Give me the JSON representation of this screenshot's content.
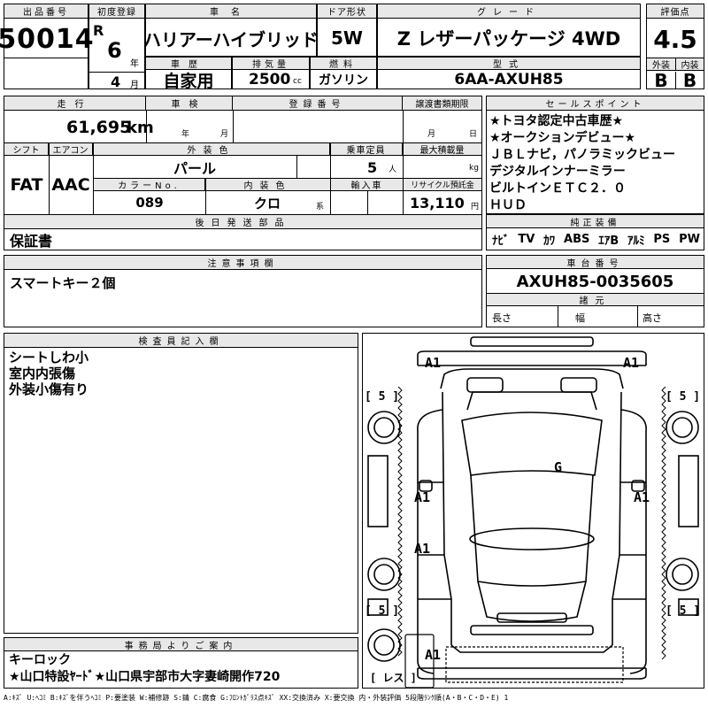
{
  "top": {
    "lot_no_label": "出品番号",
    "lot_no": "50014",
    "first_reg_label": "初度登録",
    "era": "R",
    "reg_year": "6",
    "year_unit": "年",
    "reg_month": "4",
    "month_unit": "月",
    "car_name_label": "車名",
    "car_name": "ハリアーハイブリッド",
    "door_label": "ドア形状",
    "door": "5W",
    "grade_label": "グレード",
    "grade": "Z レザーパッケージ 4WD",
    "score_label": "評価点",
    "score": "4.5",
    "history_label": "車歴",
    "history": "自家用",
    "displacement_label": "排気量",
    "displacement": "2500",
    "cc": "cc",
    "fuel_label": "燃料",
    "fuel": "ガソリン",
    "model_label": "型式",
    "model": "6AA-AXUH85",
    "ext_label": "外装",
    "ext": "B",
    "int_label": "内装",
    "int": "B"
  },
  "middle": {
    "mileage_label": "走行",
    "mileage": "61,695",
    "km": "km",
    "inspection_label": "車検",
    "insp_year_unit": "年",
    "insp_month_unit": "月",
    "plate_label": "登録番号",
    "transfer_label": "譲渡書類期限",
    "transfer_month_unit": "月",
    "transfer_day_unit": "日",
    "shift_label": "シフト",
    "shift": "FAT",
    "ac_label": "エアコン",
    "ac": "AAC",
    "ext_color_label": "外装色",
    "ext_color": "パール",
    "capacity_label": "乗車定員",
    "capacity": "5",
    "capacity_unit": "人",
    "load_label": "最大積載量",
    "load_unit": "kg",
    "color_no_label": "カラーNo.",
    "color_no": "089",
    "int_color_label": "内装色",
    "int_color": "クロ",
    "int_color_unit": "系",
    "import_label": "輸入車",
    "recycle_label": "リサイクル預託金",
    "recycle": "13,110",
    "recycle_unit": "円",
    "later_parts_label": "後日発送部品",
    "later_parts": "保証書"
  },
  "sales": {
    "label": "セールスポイント",
    "lines": [
      "★トヨタ認定中古車歴★",
      "★オークションデビュー★",
      "ＪＢＬナビ，パノラミックビュー",
      "デジタルインナーミラー",
      "ビルトインＥＴＣ２．０",
      "ＨＵＤ"
    ]
  },
  "equipment": {
    "label": "純正装備",
    "items": [
      "ﾅﾋﾞ",
      "TV",
      "ｶﾜ",
      "ABS",
      "ｴｱB",
      "ｱﾙﾐ",
      "PS",
      "PW"
    ]
  },
  "notes": {
    "label": "注意事項欄",
    "text": "スマートキー２個"
  },
  "chassis": {
    "label": "車台番号",
    "number": "AXUH85-0035605",
    "specs_label": "諸元",
    "length": "長さ",
    "width": "幅",
    "height": "高さ"
  },
  "inspector": {
    "label": "検査員記入欄",
    "lines": [
      "シートしわ小",
      "室内内張傷",
      "外装小傷有り"
    ]
  },
  "office": {
    "label": "事務局よりご案内",
    "lines": [
      "キーロック",
      "★山口特設ﾔｰﾄﾞ★山口県宇部市大字妻崎開作720"
    ]
  },
  "diagram": {
    "tire_front_left": "[ 5 ]",
    "tire_front_right": "[ 5 ]",
    "tire_rear_left": "[ 5 ]",
    "tire_rear_right": "[ 5 ]",
    "spare": "[ レス ]",
    "marks": [
      {
        "code": "A1",
        "pos": "front-bumper-left"
      },
      {
        "code": "A1",
        "pos": "front-bumper-right"
      },
      {
        "code": "G",
        "pos": "windshield"
      },
      {
        "code": "A1",
        "pos": "front-door-left"
      },
      {
        "code": "A1",
        "pos": "front-door-right"
      },
      {
        "code": "A1",
        "pos": "rear-door-left"
      },
      {
        "code": "A1",
        "pos": "rear-bumper"
      }
    ]
  },
  "legend": "A:ｷｽﾞ U:ﾍｺﾐ B:ｷｽﾞを伴うﾍｺﾐ P:要塗装 W:補修跡 S:錆 C:腐食 G:ﾌﾛﾝﾄｶﾞﾗｽ点ｷｽﾞ XX:交換済み X:要交換  内・外装評価 5段階ﾗﾝｸ順(A・B・C・D・E) 1"
}
